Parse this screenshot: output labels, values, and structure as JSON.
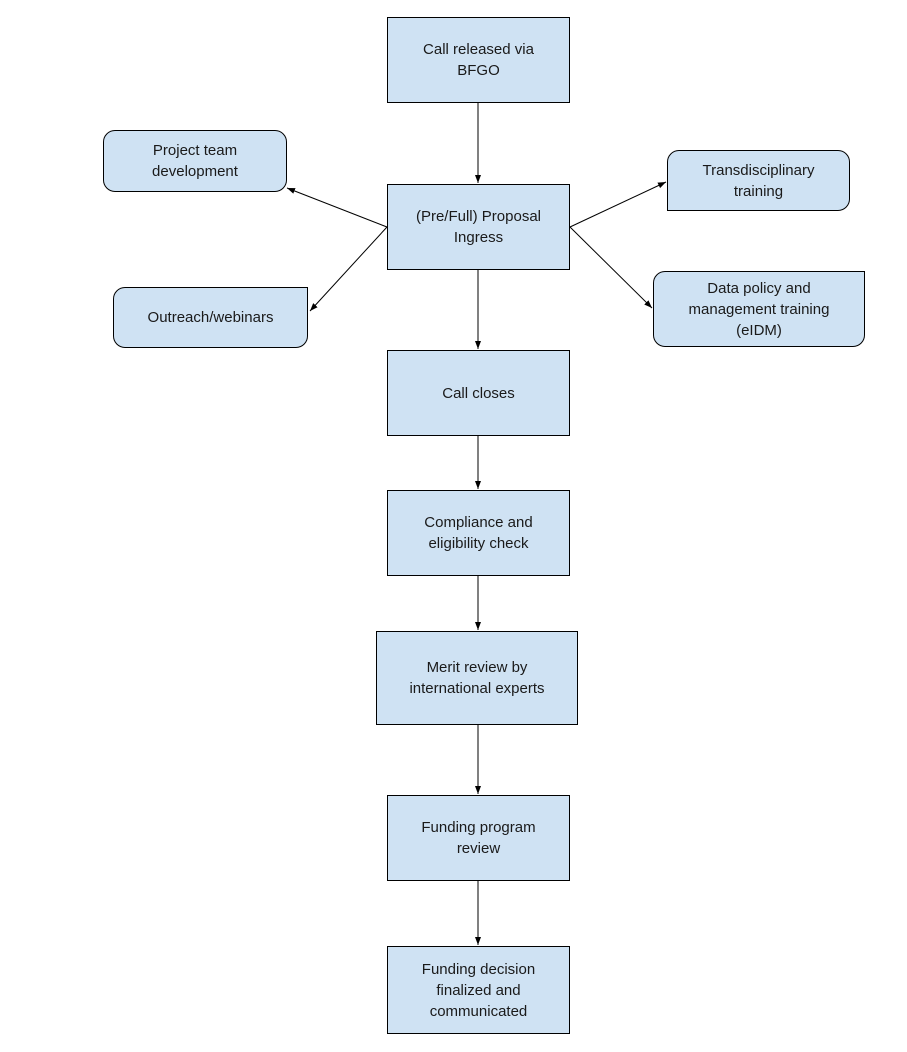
{
  "colors": {
    "node_fill": "#cfe2f3",
    "node_border": "#000000",
    "arrow": "#000000",
    "text": "#1a1a1a",
    "background": "#ffffff"
  },
  "nodes": {
    "call_released": {
      "label": "Call released via\nBFGO"
    },
    "proposal_ingress": {
      "label": "(Pre/Full) Proposal\nIngress"
    },
    "project_team": {
      "label": "Project team\ndevelopment"
    },
    "outreach": {
      "label": "Outreach/webinars"
    },
    "transdisciplinary": {
      "label": "Transdisciplinary\ntraining"
    },
    "data_policy": {
      "label": "Data policy and\nmanagement training\n(eIDM)"
    },
    "call_closes": {
      "label": "Call closes"
    },
    "compliance": {
      "label": "Compliance and\neligibility check"
    },
    "merit_review": {
      "label": "Merit review by\ninternational experts"
    },
    "funding_program": {
      "label": "Funding program\nreview"
    },
    "funding_decision": {
      "label": "Funding decision\nfinalized and\ncommunicated"
    }
  },
  "edges": [
    {
      "from": "call_released",
      "to": "proposal_ingress"
    },
    {
      "from": "proposal_ingress",
      "to": "project_team"
    },
    {
      "from": "proposal_ingress",
      "to": "outreach"
    },
    {
      "from": "proposal_ingress",
      "to": "transdisciplinary"
    },
    {
      "from": "proposal_ingress",
      "to": "data_policy"
    },
    {
      "from": "proposal_ingress",
      "to": "call_closes"
    },
    {
      "from": "call_closes",
      "to": "compliance"
    },
    {
      "from": "compliance",
      "to": "merit_review"
    },
    {
      "from": "merit_review",
      "to": "funding_program"
    },
    {
      "from": "funding_program",
      "to": "funding_decision"
    }
  ]
}
